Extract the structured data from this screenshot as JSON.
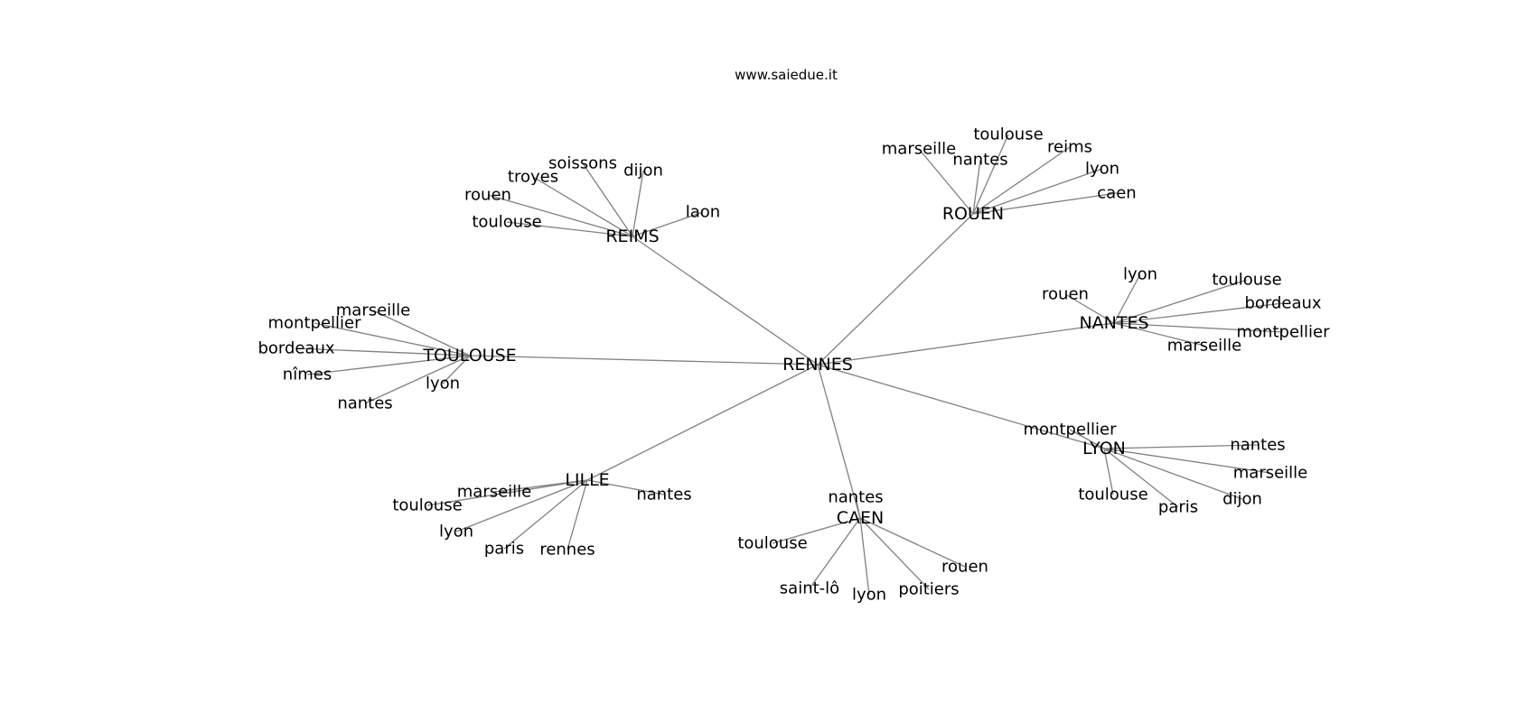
{
  "title": "www.saiedue.it",
  "colors": {
    "edge": "#808080",
    "text": "#000000",
    "background": "#ffffff"
  },
  "root": "RENNES",
  "branches": [
    {
      "hub": "REIMS",
      "leaves": [
        "soissons",
        "dijon",
        "troyes",
        "rouen",
        "toulouse",
        "laon"
      ]
    },
    {
      "hub": "ROUEN",
      "leaves": [
        "marseille",
        "toulouse",
        "nantes",
        "reims",
        "lyon",
        "caen"
      ]
    },
    {
      "hub": "NANTES",
      "leaves": [
        "lyon",
        "rouen",
        "toulouse",
        "bordeaux",
        "montpellier",
        "marseille"
      ]
    },
    {
      "hub": "TOULOUSE",
      "leaves": [
        "marseille",
        "montpellier",
        "bordeaux",
        "nîmes",
        "lyon",
        "nantes"
      ]
    },
    {
      "hub": "LYON",
      "leaves": [
        "montpellier",
        "nantes",
        "marseille",
        "toulouse",
        "paris",
        "dijon"
      ]
    },
    {
      "hub": "LILLE",
      "leaves": [
        "marseille",
        "toulouse",
        "nantes",
        "lyon",
        "paris",
        "rennes"
      ]
    },
    {
      "hub": "CAEN",
      "leaves": [
        "nantes",
        "toulouse",
        "rouen",
        "saint-lô",
        "lyon",
        "poitiers"
      ]
    }
  ]
}
